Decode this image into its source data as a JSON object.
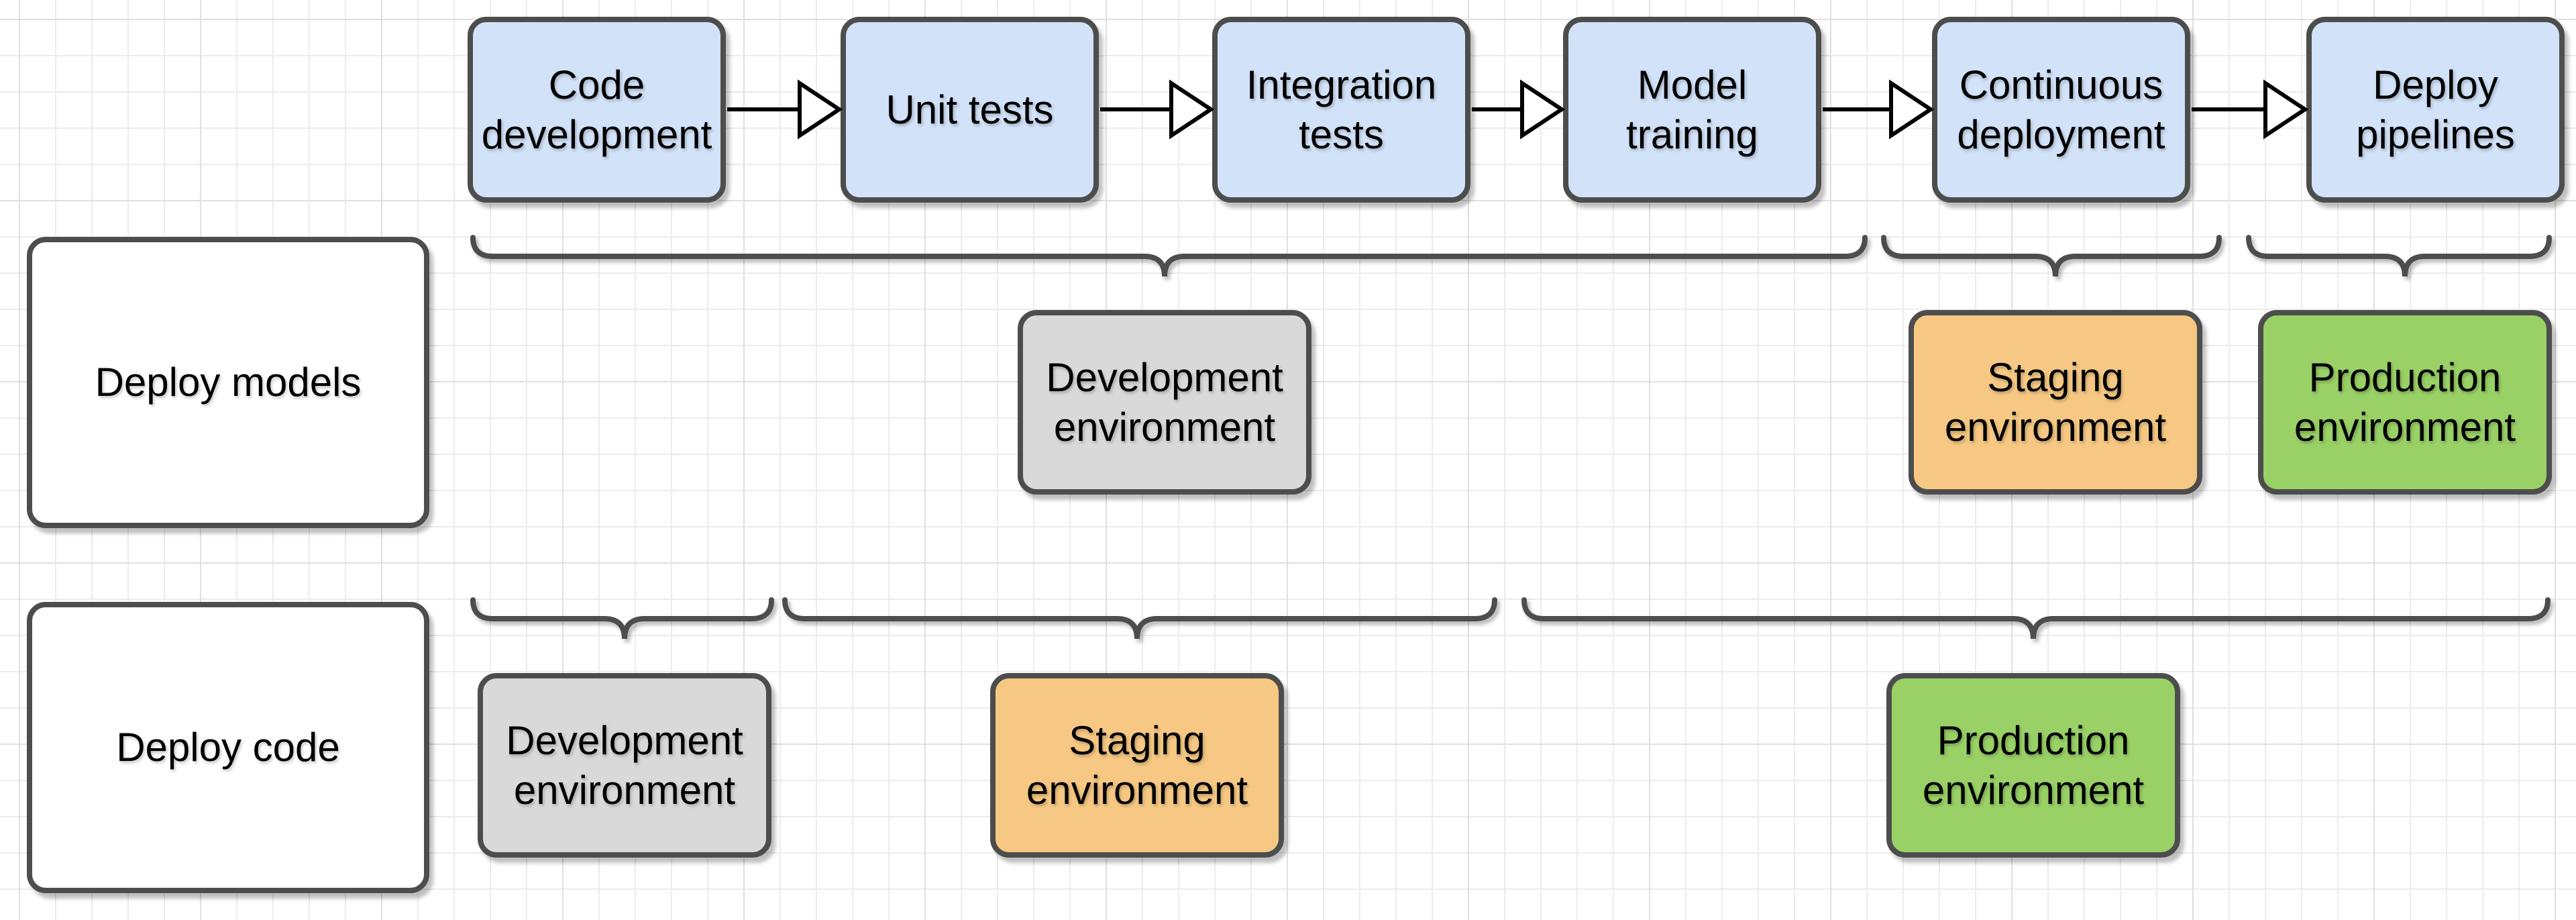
{
  "pipeline": {
    "stages": [
      {
        "label": "Code development"
      },
      {
        "label": "Unit tests"
      },
      {
        "label": "Integration tests"
      },
      {
        "label": "Model training"
      },
      {
        "label": "Continuous deployment"
      },
      {
        "label": "Deploy pipelines"
      }
    ]
  },
  "rows": [
    {
      "label": "Deploy models",
      "environments": [
        {
          "label": "Development environment",
          "type": "development"
        },
        {
          "label": "Staging environment",
          "type": "staging"
        },
        {
          "label": "Production environment",
          "type": "production"
        }
      ]
    },
    {
      "label": "Deploy code",
      "environments": [
        {
          "label": "Development environment",
          "type": "development"
        },
        {
          "label": "Staging environment",
          "type": "staging"
        },
        {
          "label": "Production environment",
          "type": "production"
        }
      ]
    }
  ],
  "colors": {
    "stage_fill": "#d2e2f8",
    "development_fill": "#d9d9d9",
    "staging_fill": "#f6c883",
    "production_fill": "#99d166",
    "row_label_fill": "#ffffff",
    "shape_border": "#4d4d4d",
    "brace_stroke": "#4d4d4d",
    "arrow_stroke": "#000000",
    "text": "#000000",
    "grid_line": "#ececec",
    "background": "#ffffff"
  }
}
